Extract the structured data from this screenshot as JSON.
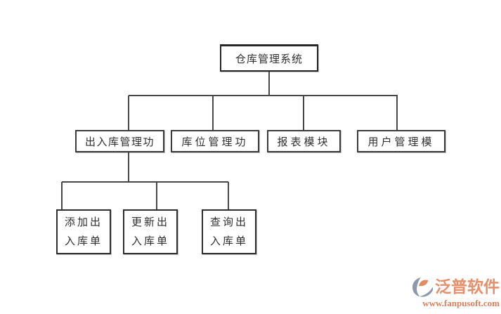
{
  "diagram": {
    "title_node": {
      "label": "仓库管理系统"
    },
    "level2": [
      {
        "id": "inout-warehouse-management",
        "label": "出入库管理功"
      },
      {
        "id": "storage-location-management",
        "label": "库位管理功"
      },
      {
        "id": "report-module",
        "label": "报表模块"
      },
      {
        "id": "user-management",
        "label": "用户管理模"
      }
    ],
    "level3": [
      {
        "id": "add-inout-order",
        "label": "添加出\n入库单"
      },
      {
        "id": "update-inout-order",
        "label": "更新出\n入库单"
      },
      {
        "id": "query-inout-order",
        "label": "查询出\n入库单"
      }
    ],
    "line_color": "#474747",
    "box_border_color": "#3c3c3c",
    "background_color": "#ffffff"
  },
  "watermark": {
    "brand": "泛普软件",
    "url": "www.fanpusoft.com",
    "brand_color": "#e78e6a",
    "url_color": "#de7e5b",
    "icon_gray": "#8c99ab",
    "icon_orange": "#e28c66"
  }
}
